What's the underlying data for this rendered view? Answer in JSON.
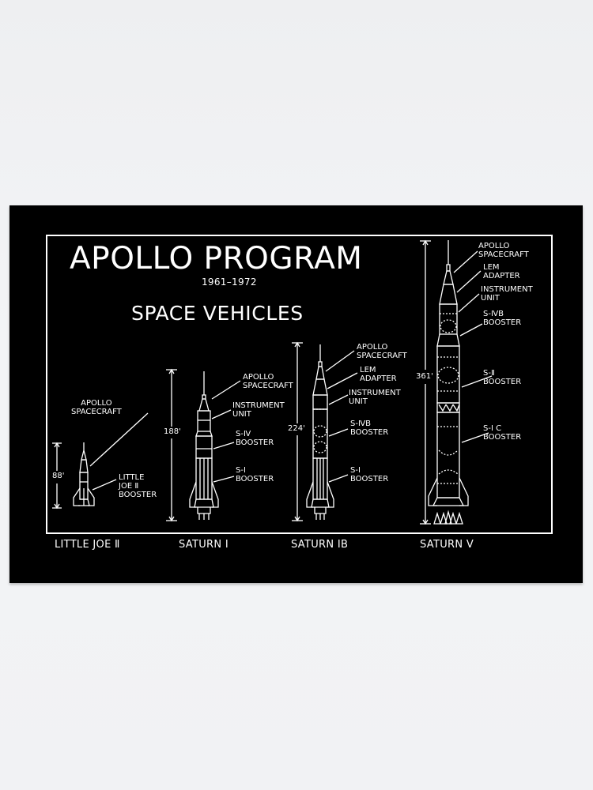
{
  "poster": {
    "title": "APOLLO PROGRAM",
    "years": "1961–1972",
    "subtitle": "SPACE VEHICLES",
    "background_color": "#000000",
    "line_color": "#ffffff",
    "page_background": "#f0f1f3"
  },
  "vehicles": [
    {
      "name": "LITTLE JOE Ⅱ",
      "height": "88'",
      "labels": [
        {
          "line1": "APOLLO",
          "line2": "SPACECRAFT"
        },
        {
          "line1": "LITTLE",
          "line2": "JOE Ⅱ",
          "line3": "BOOSTER"
        }
      ]
    },
    {
      "name": "SATURN I",
      "height": "188'",
      "labels": [
        {
          "line1": "APOLLO",
          "line2": "SPACECRAFT"
        },
        {
          "line1": "INSTRUMENT",
          "line2": "UNIT"
        },
        {
          "line1": "S-Ⅳ",
          "line2": "BOOSTER"
        },
        {
          "line1": "S-I",
          "line2": "BOOSTER"
        }
      ]
    },
    {
      "name": "SATURN IB",
      "height": "224'",
      "labels": [
        {
          "line1": "APOLLO",
          "line2": "SPACECRAFT"
        },
        {
          "line1": "LEM",
          "line2": "ADAPTER"
        },
        {
          "line1": "INSTRUMENT",
          "line2": "UNIT"
        },
        {
          "line1": "S-ⅣB",
          "line2": "BOOSTER"
        },
        {
          "line1": "S-I",
          "line2": "BOOSTER"
        }
      ]
    },
    {
      "name": "SATURN Ⅴ",
      "height": "361'",
      "labels": [
        {
          "line1": "APOLLO",
          "line2": "SPACECRAFT"
        },
        {
          "line1": "LEM",
          "line2": "ADAPTER"
        },
        {
          "line1": "INSTRUMENT",
          "line2": "UNIT"
        },
        {
          "line1": "S-ⅣB",
          "line2": "BOOSTER"
        },
        {
          "line1": "S-Ⅱ",
          "line2": "BOOSTER"
        },
        {
          "line1": "S-I C",
          "line2": "BOOSTER"
        }
      ]
    }
  ]
}
